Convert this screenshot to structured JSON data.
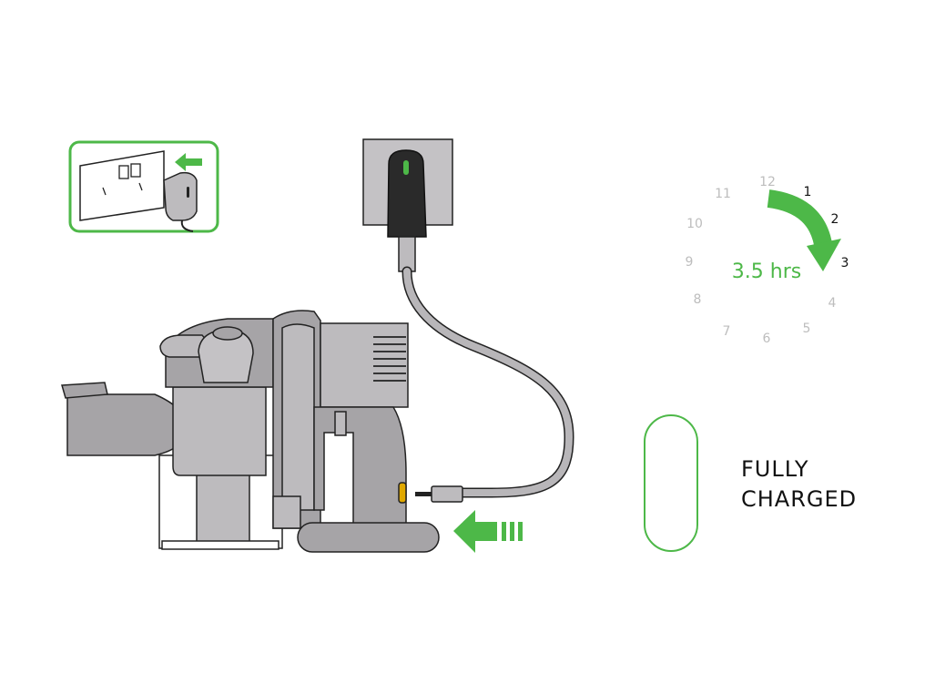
{
  "accent_color": "#4db848",
  "clock": {
    "numbers": [
      "12",
      "1",
      "2",
      "3",
      "4",
      "5",
      "6",
      "7",
      "8",
      "9",
      "10",
      "11"
    ],
    "highlighted": [
      "1",
      "2",
      "3"
    ],
    "charge_time": "3.5 hrs"
  },
  "status": {
    "line1": "FULLY",
    "line2": "CHARGED"
  },
  "icons": {
    "inset": "wall-socket-plug-icon",
    "charger": "wall-charger-plug-icon",
    "vacuum": "handheld-vacuum-icon",
    "arrow_push": "green-arrow-left-icon",
    "arrow_clock": "green-curved-arrow-icon",
    "battery": "battery-outline-icon"
  }
}
